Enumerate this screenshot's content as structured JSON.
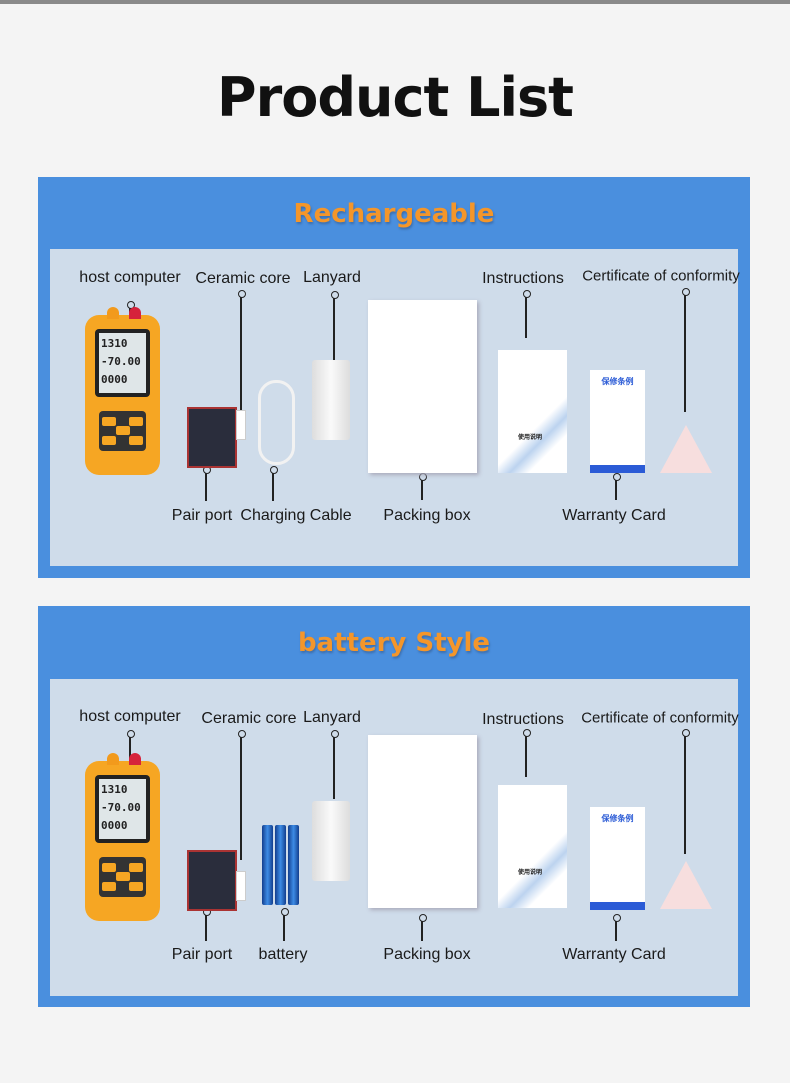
{
  "title": "Product List",
  "panels": [
    {
      "title": "Rechargeable",
      "labels": {
        "host": "host computer",
        "ceramic": "Ceramic core",
        "lanyard": "Lanyard",
        "instructions": "Instructions",
        "certificate": "Certificate of conformity",
        "pair": "Pair port",
        "accessory": "Charging Cable",
        "packing": "Packing box",
        "warranty": "Warranty Card"
      }
    },
    {
      "title": "battery Style",
      "labels": {
        "host": "host computer",
        "ceramic": "Ceramic core",
        "lanyard": "Lanyard",
        "instructions": "Instructions",
        "certificate": "Certificate of conformity",
        "pair": "Pair port",
        "accessory": "battery",
        "packing": "Packing box",
        "warranty": "Warranty Card"
      }
    }
  ],
  "device_screen": [
    "1310",
    "-70.00",
    "0000"
  ],
  "warranty_heading": "保修条例",
  "instructions_heading": "使用说明",
  "colors": {
    "panel": "#4a8fde",
    "inner": "#cfdcea",
    "title_accent": "#f4962a"
  }
}
